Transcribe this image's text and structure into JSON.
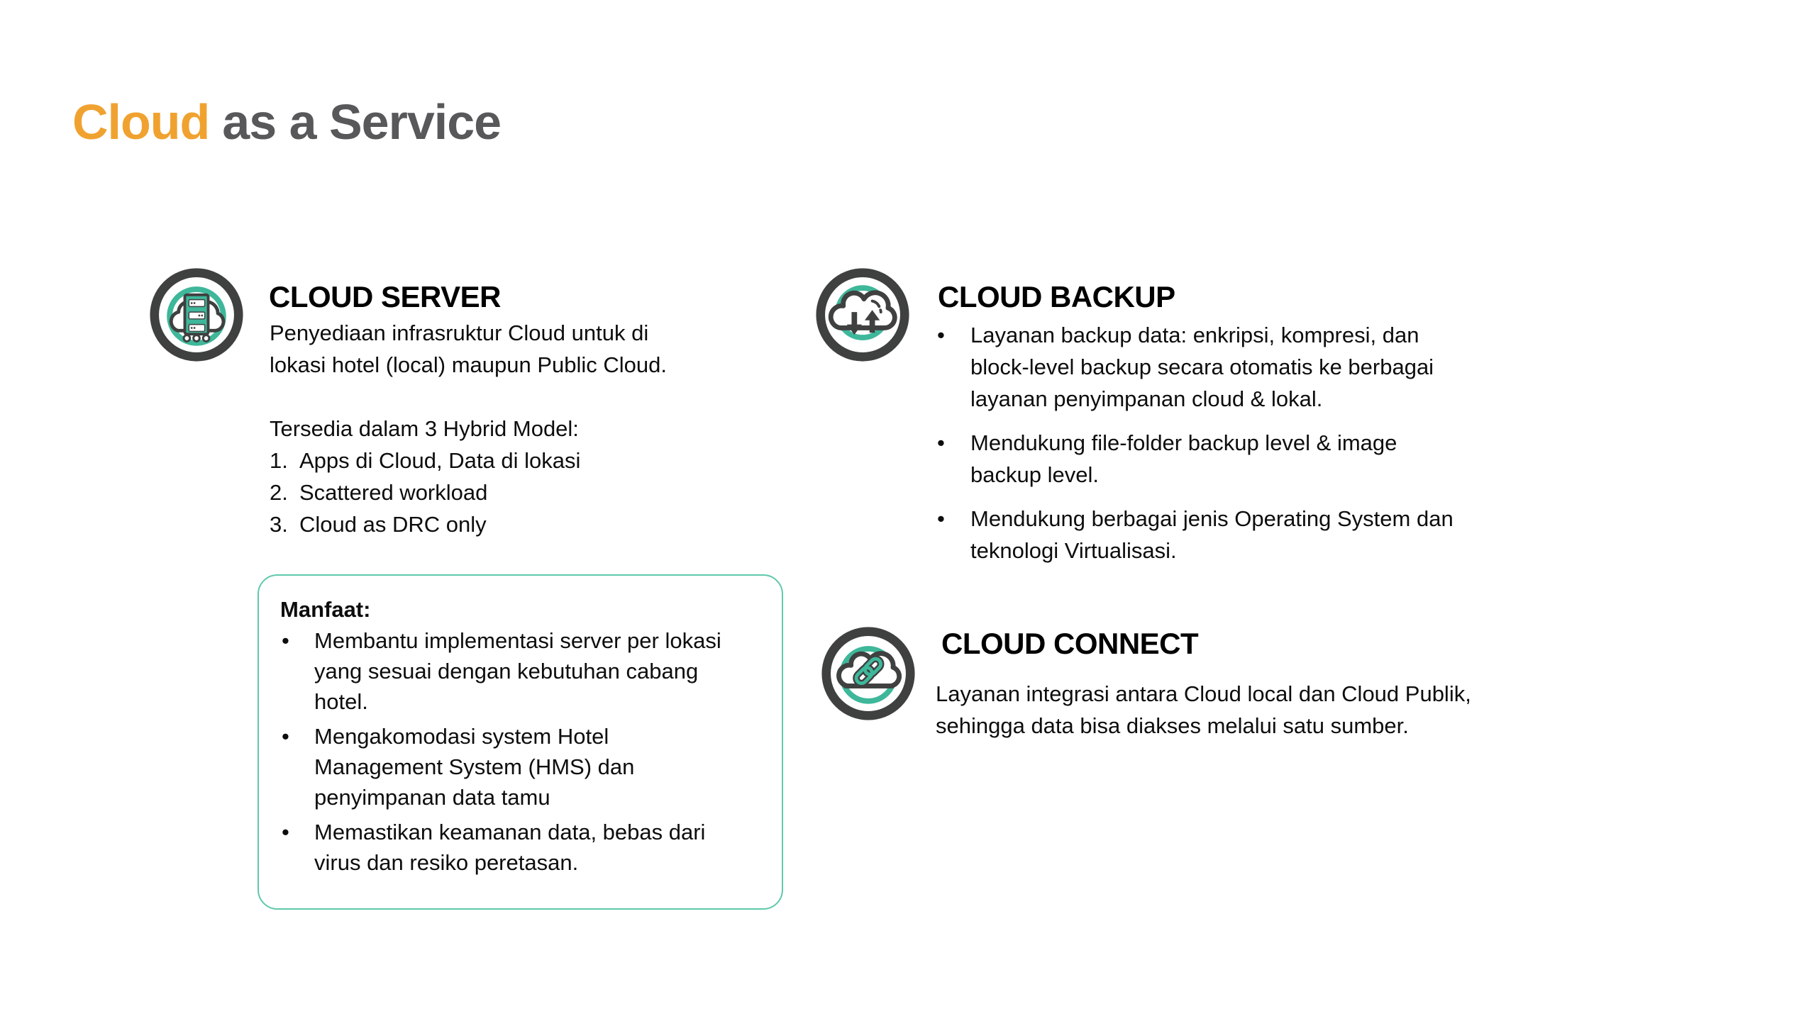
{
  "slide_title": {
    "accent": "Cloud",
    "rest": "as a Service"
  },
  "colors": {
    "accent_orange": "#F0A230",
    "title_gray": "#58585A",
    "teal": "#3EB79A",
    "icon_ring_gray": "#3F4040",
    "benefits_border": "#5FC9AB",
    "body_text": "#0d0d0d"
  },
  "sections": {
    "cloud_server": {
      "icon": "cloud-server-icon",
      "heading": "CLOUD SERVER",
      "description": "Penyediaan infrasruktur Cloud untuk di\nlokasi hotel (local) maupun Public Cloud.",
      "models_intro": "Tersedia dalam 3 Hybrid Model:",
      "models": [
        "Apps di Cloud, Data di lokasi",
        "Scattered workload",
        "Cloud as DRC only"
      ],
      "benefits": {
        "title": "Manfaat:",
        "items": [
          "Membantu implementasi server per lokasi\nyang sesuai dengan kebutuhan cabang\nhotel.",
          "Mengakomodasi system Hotel\nManagement System (HMS) dan\npenyimpanan data tamu",
          "Memastikan keamanan data, bebas dari\nvirus dan resiko peretasan."
        ]
      }
    },
    "cloud_backup": {
      "icon": "cloud-backup-icon",
      "heading": "CLOUD BACKUP",
      "bullets": [
        "Layanan backup data: enkripsi, kompresi, dan\nblock-level backup secara otomatis ke berbagai\nlayanan penyimpanan cloud & lokal.",
        "Mendukung file-folder backup level & image\nbackup level.",
        "Mendukung berbagai jenis Operating System dan\nteknologi Virtualisasi."
      ]
    },
    "cloud_connect": {
      "icon": "cloud-connect-icon",
      "heading": "CLOUD CONNECT",
      "description": "Layanan integrasi antara Cloud local dan Cloud Publik,\nsehingga data bisa diakses melalui satu sumber."
    }
  }
}
